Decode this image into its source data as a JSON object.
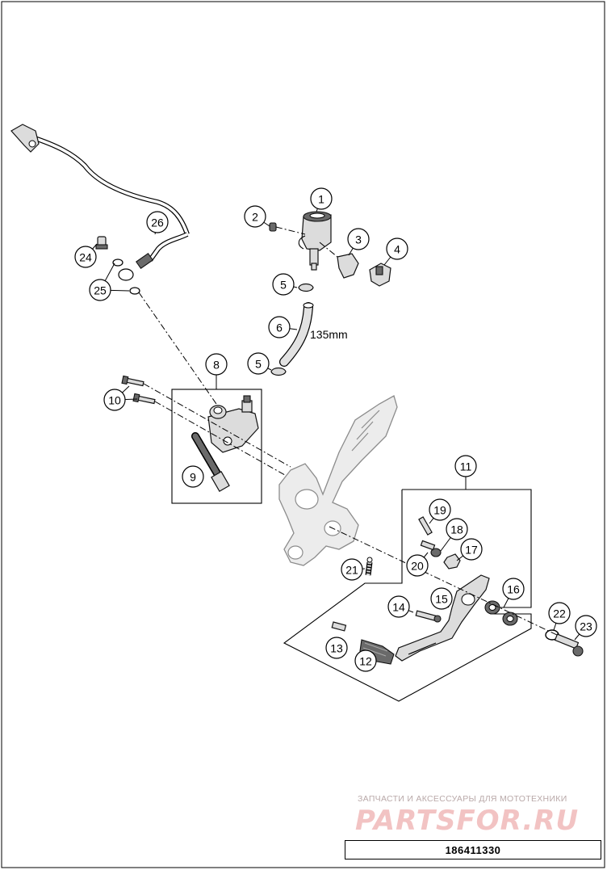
{
  "diagram": {
    "callouts": [
      {
        "id": "callout-1",
        "label": "1"
      },
      {
        "id": "callout-2",
        "label": "2"
      },
      {
        "id": "callout-3",
        "label": "3"
      },
      {
        "id": "callout-4",
        "label": "4"
      },
      {
        "id": "callout-5a",
        "label": "5"
      },
      {
        "id": "callout-5b",
        "label": "5"
      },
      {
        "id": "callout-6",
        "label": "6"
      },
      {
        "id": "callout-8",
        "label": "8"
      },
      {
        "id": "callout-9",
        "label": "9"
      },
      {
        "id": "callout-10",
        "label": "10"
      },
      {
        "id": "callout-11",
        "label": "11"
      },
      {
        "id": "callout-12",
        "label": "12"
      },
      {
        "id": "callout-13",
        "label": "13"
      },
      {
        "id": "callout-14",
        "label": "14"
      },
      {
        "id": "callout-15",
        "label": "15"
      },
      {
        "id": "callout-16",
        "label": "16"
      },
      {
        "id": "callout-17",
        "label": "17"
      },
      {
        "id": "callout-18",
        "label": "18"
      },
      {
        "id": "callout-19",
        "label": "19"
      },
      {
        "id": "callout-20",
        "label": "20"
      },
      {
        "id": "callout-21",
        "label": "21"
      },
      {
        "id": "callout-22",
        "label": "22"
      },
      {
        "id": "callout-23",
        "label": "23"
      },
      {
        "id": "callout-24",
        "label": "24"
      },
      {
        "id": "callout-25",
        "label": "25"
      },
      {
        "id": "callout-26",
        "label": "26"
      }
    ],
    "hose_length_label": "135mm"
  },
  "footer": {
    "watermark_subtitle": "ЗАПЧАСТИ И АКСЕССУАРЫ ДЛЯ МОТОТЕХНИКИ",
    "watermark_logo": "PARTSFOR.RU",
    "drawing_number": "186411330"
  },
  "colors": {
    "line": "#000000",
    "part_fill": "#dcdcdc",
    "ghost_fill": "#ececec",
    "watermark": "#f2c3c3"
  }
}
